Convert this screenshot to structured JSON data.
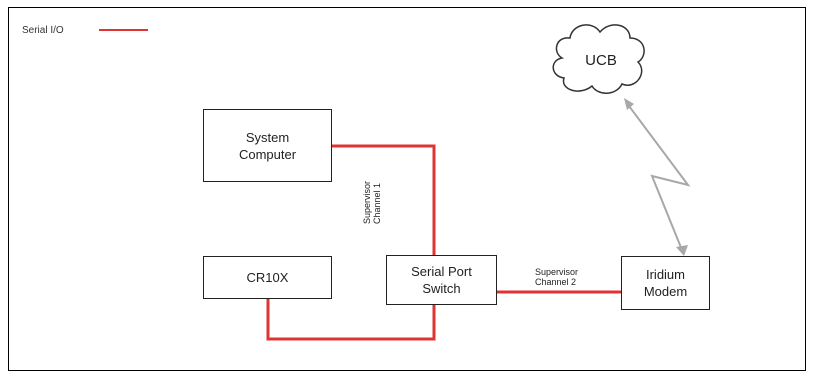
{
  "legend": {
    "label": "Serial I/O",
    "line_color": "#e03434"
  },
  "nodes": {
    "system_computer": "System\nComputer",
    "cr10x": "CR10X",
    "serial_port_switch": "Serial Port\nSwitch",
    "iridium_modem": "Iridium\nModem",
    "ucb": "UCB"
  },
  "channels": {
    "supervisor_channel_1": "Supervisor\nChannel 1",
    "supervisor_channel_2": "Supervisor\nChannel 2"
  },
  "colors": {
    "serial_line": "#e03434",
    "radio_link": "#a8a8a8"
  }
}
